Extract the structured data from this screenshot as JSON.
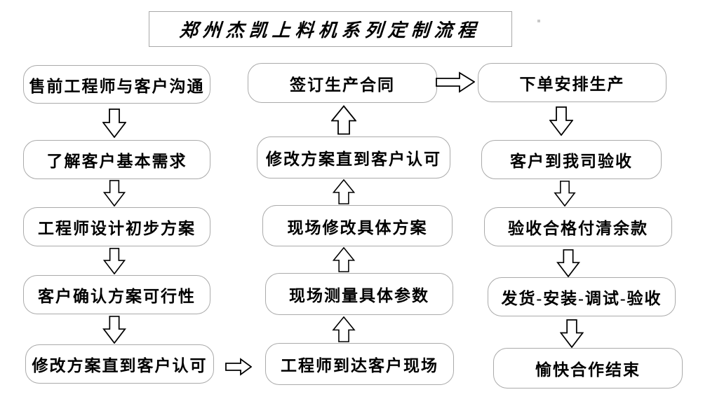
{
  "title": "郑州杰凯上料机系列定制流程",
  "colors": {
    "box_border": "#aaaaaa",
    "text": "#000000",
    "arrow_outline": "#000000",
    "background": "#ffffff"
  },
  "flow": {
    "left_column": {
      "direction": "down",
      "steps": [
        "售前工程师与客户沟通",
        "了解客户基本需求",
        "工程师设计初步方案",
        "客户确认方案可行性",
        "修改方案直到客户认可"
      ]
    },
    "middle_column": {
      "direction": "up",
      "steps": [
        "签订生产合同",
        "修改方案直到客户认可",
        "现场修改具体方案",
        "现场测量具体参数",
        "工程师到达客户现场"
      ]
    },
    "right_column": {
      "direction": "down",
      "steps": [
        "下单安排生产",
        "客户到我司验收",
        "验收合格付清余款",
        "发货-安装-调试-验收",
        "愉快合作结束"
      ]
    },
    "cross_links": [
      {
        "from": "修改方案直到客户认可",
        "to": "工程师到达客户现场",
        "direction": "right"
      },
      {
        "from": "签订生产合同",
        "to": "下单安排生产",
        "direction": "right"
      }
    ]
  }
}
